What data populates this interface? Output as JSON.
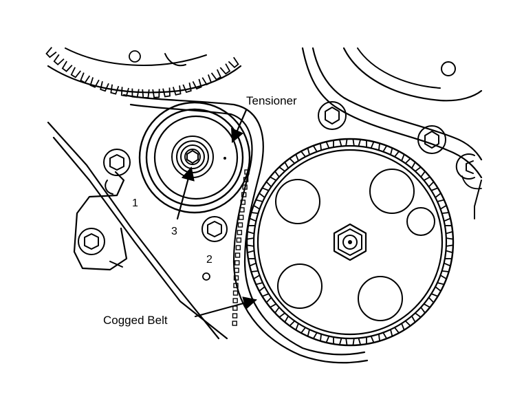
{
  "labels": {
    "tensioner": "Tensioner",
    "cogged_belt": "Cogged Belt",
    "callout_1": "1",
    "callout_2": "2",
    "callout_3": "3"
  },
  "colors": {
    "ink": "#000000",
    "paper": "#ffffff"
  }
}
